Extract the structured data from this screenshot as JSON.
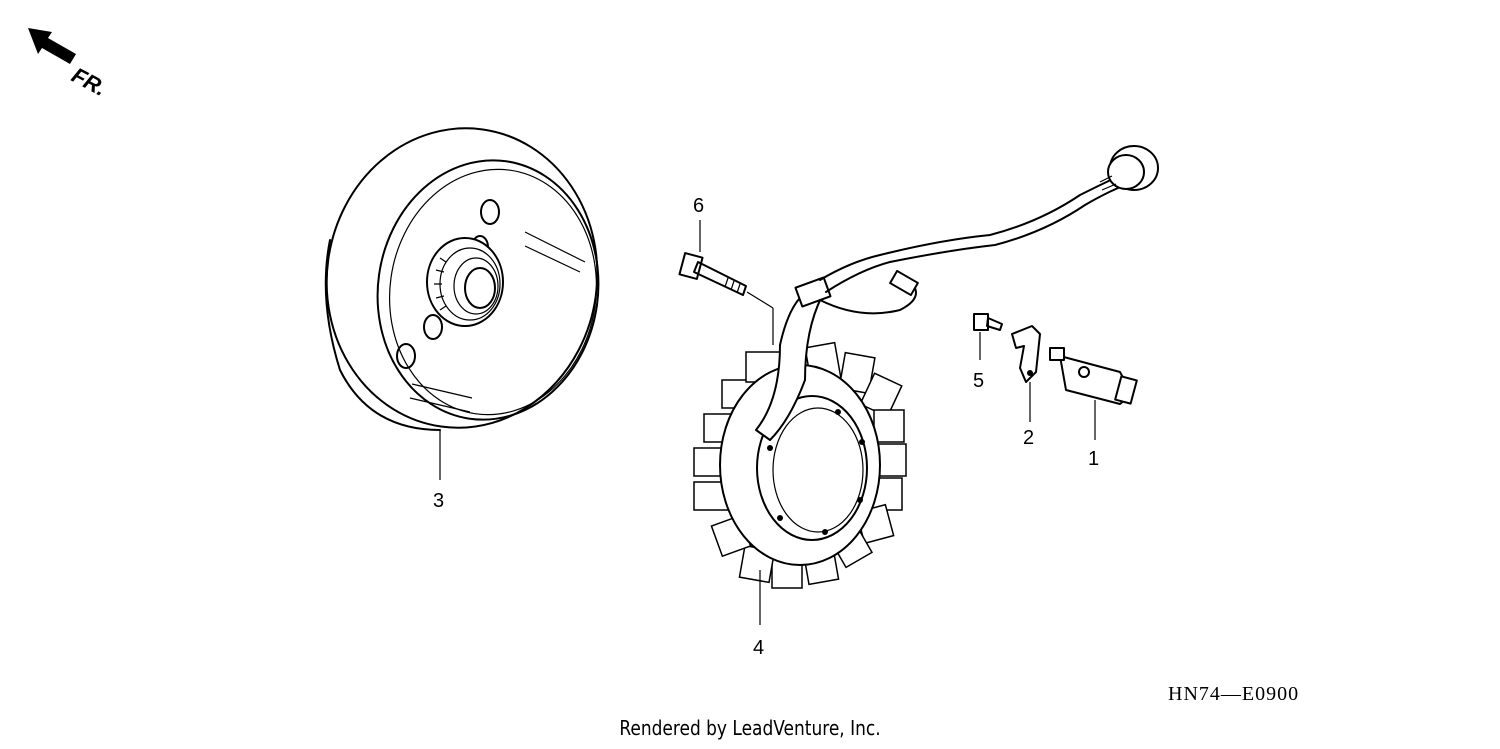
{
  "direction_label": "FR.",
  "callouts": {
    "p1": "1",
    "p2": "2",
    "p3": "3",
    "p4": "4",
    "p5": "5",
    "p6": "6"
  },
  "diagram_code": "HN74—E0900",
  "credit": "Rendered by LeadVenture, Inc.",
  "icons": {
    "direction": "front-arrow-icon"
  }
}
